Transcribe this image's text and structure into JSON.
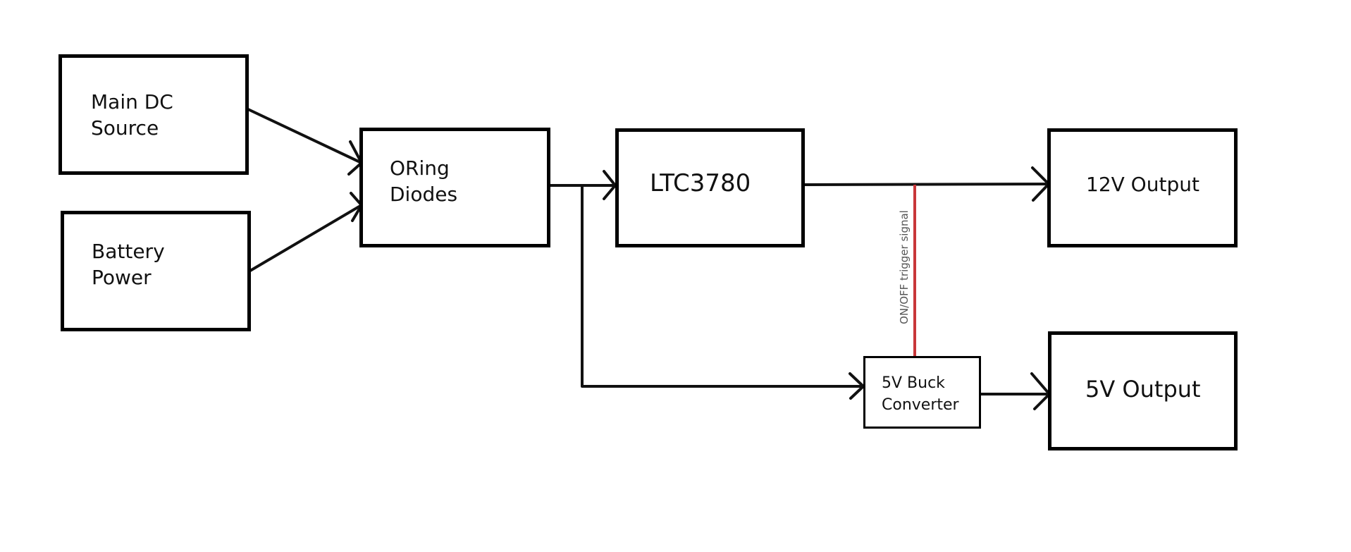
{
  "diagram": {
    "title": "",
    "blocks": {
      "main_dc": {
        "label": "Main DC\nSource"
      },
      "battery": {
        "label": "Battery\nPower"
      },
      "oring": {
        "label": "ORing\nDiodes"
      },
      "ltc": {
        "label": "LTC3780"
      },
      "out12": {
        "label": "12V Output"
      },
      "buck": {
        "label": "5V Buck\nConverter"
      },
      "out5": {
        "label": "5V Output"
      }
    },
    "signal": {
      "label": "ON/OFF trigger signal",
      "color": "#c8373a"
    },
    "line_color": "#111111",
    "connections": [
      {
        "from": "Main DC Source",
        "to": "ORing Diodes"
      },
      {
        "from": "Battery Power",
        "to": "ORing Diodes"
      },
      {
        "from": "ORing Diodes",
        "to": "LTC3780"
      },
      {
        "from": "ORing Diodes",
        "to": "5V Buck Converter"
      },
      {
        "from": "LTC3780",
        "to": "12V Output"
      },
      {
        "from": "5V Buck Converter",
        "to": "5V Output"
      },
      {
        "from": "LTC3780 output",
        "to": "5V Buck Converter",
        "type": "ON/OFF trigger signal"
      }
    ]
  }
}
